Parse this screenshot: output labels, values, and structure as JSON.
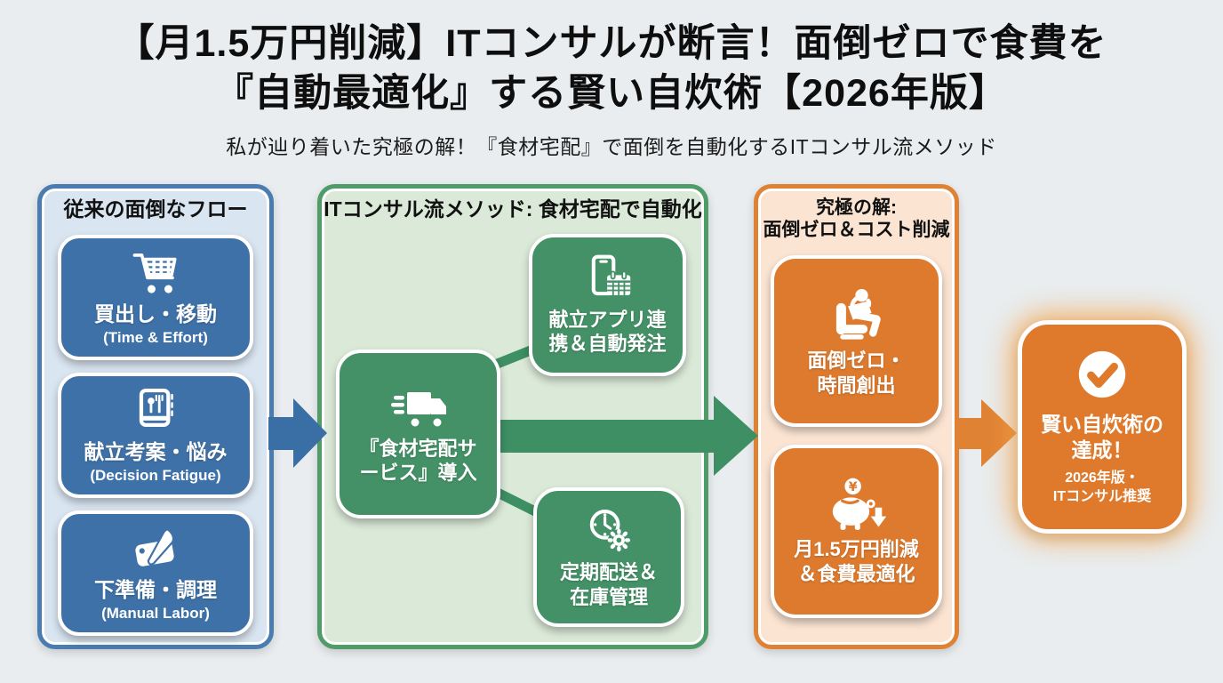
{
  "title": {
    "line1": "【月1.5万円削減】ITコンサルが断言！面倒ゼロで食費を",
    "line2": "『自動最適化』する賢い自炊術【2026年版】"
  },
  "subtitle": "私が辿り着いた究極の解！『食材宅配』で面倒を自動化するITコンサル流メソッド",
  "legacy_panel": {
    "header": "従来の面倒なフロー",
    "items": [
      {
        "icon": "shopping-cart-icon",
        "label": "買出し・移動",
        "sublabel": "(Time & Effort)"
      },
      {
        "icon": "menu-book-icon",
        "label": "献立考案・悩み",
        "sublabel": "(Decision Fatigue)"
      },
      {
        "icon": "knife-cutting-board-icon",
        "label": "下準備・調理",
        "sublabel": "(Manual Labor)"
      }
    ]
  },
  "method_panel": {
    "header": "ITコンサル流メソッド: 食材宅配で自動化",
    "hub": {
      "icon": "delivery-truck-icon",
      "line1": "『食材宅配サ",
      "line2": "ービス』導入"
    },
    "items": [
      {
        "icon": "phone-calendar-icon",
        "line1": "献立アプリ連",
        "line2": "携＆自動発注"
      },
      {
        "icon": "clock-gear-icon",
        "line1": "定期配送＆",
        "line2": "在庫管理"
      }
    ]
  },
  "result_panel": {
    "header_line1": "究極の解:",
    "header_line2": "面倒ゼロ＆コスト削減",
    "items": [
      {
        "icon": "relaxing-person-icon",
        "line1": "面倒ゼロ・",
        "line2": "時間創出"
      },
      {
        "icon": "piggy-bank-icon",
        "line1": "月1.5万円削減",
        "line2": "＆食費最適化"
      }
    ]
  },
  "goal": {
    "icon": "check-circle-icon",
    "line1": "賢い自炊術の",
    "line2": "達成！",
    "sub1": "2026年版・",
    "sub2": "ITコンサル推奨"
  },
  "colors": {
    "background": "#E9EDEF",
    "blue_panel_bg": "#D9E5F1",
    "blue_border": "#4A7CB1",
    "blue_card": "#3E71A7",
    "blue_arrow": "#3A6FA5",
    "green_panel_bg": "#DBE9D8",
    "green_border": "#4F9C68",
    "green_card": "#449167",
    "green_arrow": "#3E8F63",
    "orange_panel_bg": "#FBE4D2",
    "orange_border": "#E08233",
    "orange_card": "#DD7A2D",
    "orange_arrow": "#E08233",
    "goal_card": "#DF7A2C",
    "goal_glow": "#F4A44C",
    "text_dark": "#0E0E0E",
    "text_on_card": "#FFFFFF"
  }
}
